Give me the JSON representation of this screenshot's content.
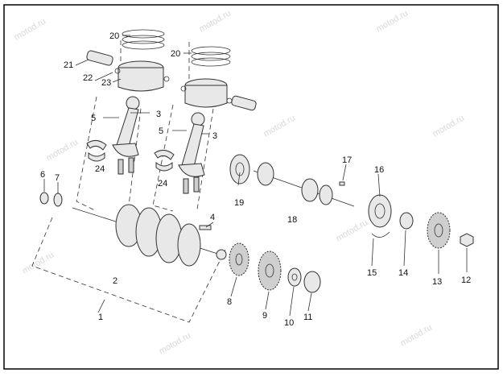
{
  "watermark_text": "motod.ru",
  "colors": {
    "border": "#000000",
    "part_fill": "#e8e8e8",
    "outline": "#333333"
  },
  "callouts": [
    {
      "id": "c1",
      "text": "1"
    },
    {
      "id": "c2",
      "text": "2"
    },
    {
      "id": "c3a",
      "text": "3"
    },
    {
      "id": "c3b",
      "text": "3"
    },
    {
      "id": "c4",
      "text": "4"
    },
    {
      "id": "c5a",
      "text": "5"
    },
    {
      "id": "c5b",
      "text": "5"
    },
    {
      "id": "c6",
      "text": "6"
    },
    {
      "id": "c7",
      "text": "7"
    },
    {
      "id": "c8",
      "text": "8"
    },
    {
      "id": "c9",
      "text": "9"
    },
    {
      "id": "c10",
      "text": "10"
    },
    {
      "id": "c11",
      "text": "11"
    },
    {
      "id": "c12",
      "text": "12"
    },
    {
      "id": "c13",
      "text": "13"
    },
    {
      "id": "c14",
      "text": "14"
    },
    {
      "id": "c15",
      "text": "15"
    },
    {
      "id": "c16",
      "text": "16"
    },
    {
      "id": "c17",
      "text": "17"
    },
    {
      "id": "c18",
      "text": "18"
    },
    {
      "id": "c19",
      "text": "19"
    },
    {
      "id": "c20a",
      "text": "20"
    },
    {
      "id": "c20b",
      "text": "20"
    },
    {
      "id": "c21",
      "text": "21"
    },
    {
      "id": "c22",
      "text": "22"
    },
    {
      "id": "c23",
      "text": "23"
    },
    {
      "id": "c24a",
      "text": "24"
    },
    {
      "id": "c24b",
      "text": "24"
    }
  ]
}
